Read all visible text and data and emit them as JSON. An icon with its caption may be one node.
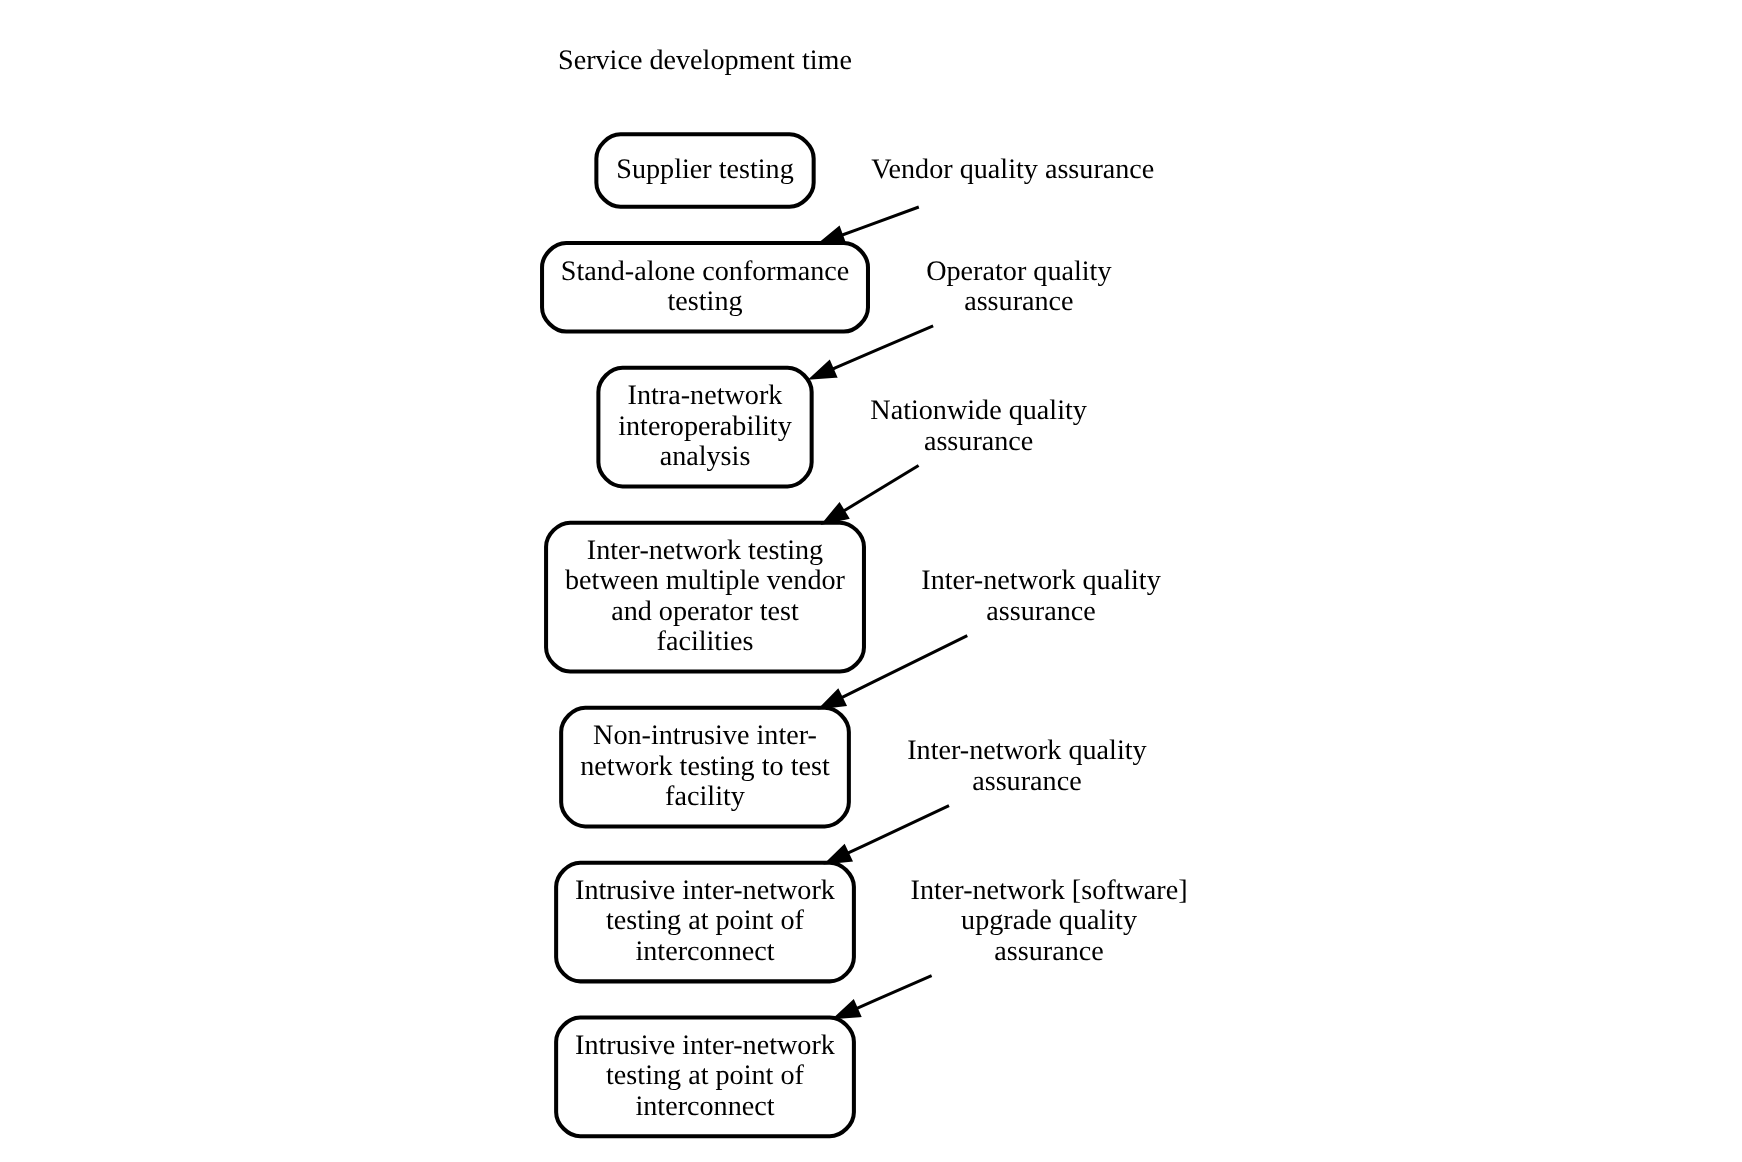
{
  "diagram": {
    "nodes": [
      {
        "text": [
          "Supplier testing"
        ]
      },
      {
        "text": [
          "Stand-alone conformance testing"
        ]
      },
      {
        "text": [
          "Intra-network interoperability analysis"
        ]
      },
      {
        "text": [
          "Inter-network testing between multiple vendor and operator test facilities"
        ]
      },
      {
        "text": [
          "Non-intrusive inter-network testing to test facility"
        ]
      },
      {
        "text": [
          "Intrusive inter-network testing at point of interconnect"
        ]
      },
      {
        "text": [
          "Intrusive inter-network testing at point of interconnect"
        ]
      },
      {
        "text": [
          "Vendor quality assurance"
        ]
      },
      {
        "text": [
          "Operator quality assurance"
        ]
      },
      {
        "text": [
          "Nationwide quality assurance"
        ]
      },
      {
        "text": [
          "Inter-network quality assurance"
        ]
      },
      {
        "text": [
          "Inter-network quality assurance"
        ]
      },
      {
        "text": [
          "Inter-network [software] upgrade quality assurance"
        ]
      }
    ],
    "edges": [
      {
        "from": 7,
        "to": 1,
        "arrow": "to"
      },
      {
        "from": 8,
        "to": 2,
        "arrow": "to"
      },
      {
        "from": 9,
        "to": 3,
        "arrow": "to"
      },
      {
        "from": 10,
        "to": 4,
        "arrow": "to"
      },
      {
        "from": 11,
        "to": 5,
        "arrow": "to"
      },
      {
        "from": 12,
        "to": 6,
        "arrow": "to"
      }
    ],
    "labels": [
      "Service development time"
    ]
  }
}
